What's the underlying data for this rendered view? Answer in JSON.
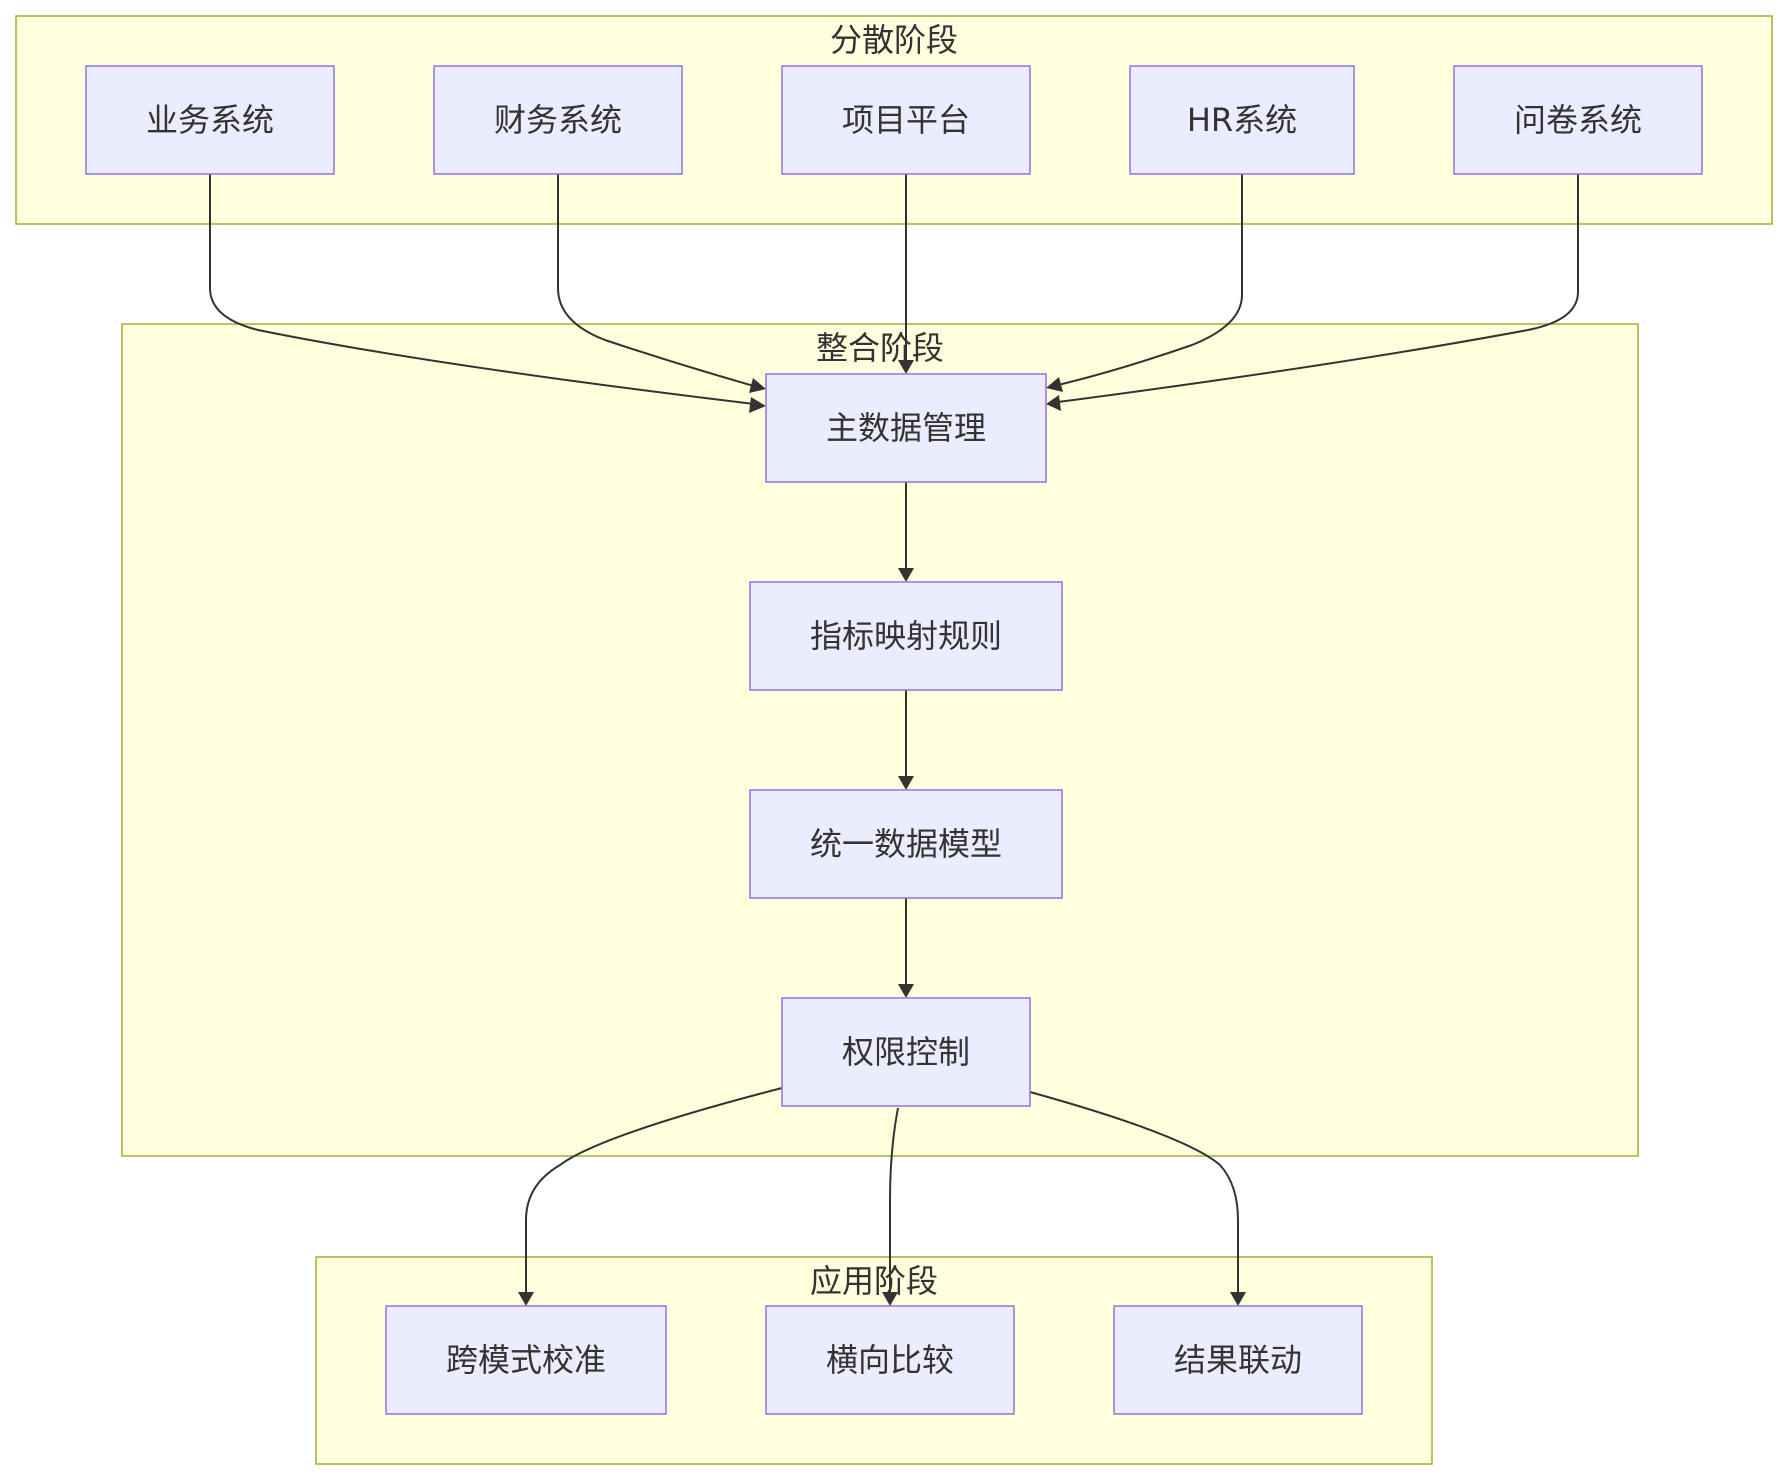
{
  "colors": {
    "cluster_fill": "#ffffde",
    "cluster_stroke": "#aaaa33",
    "node_fill": "#ececff",
    "node_stroke": "#9370db",
    "edge": "#333333",
    "text": "#333333"
  },
  "clusters": {
    "dispersed": {
      "label": "分散阶段"
    },
    "integration": {
      "label": "整合阶段"
    },
    "application": {
      "label": "应用阶段"
    }
  },
  "nodes": {
    "business": {
      "label": "业务系统"
    },
    "finance": {
      "label": "财务系统"
    },
    "project": {
      "label": "项目平台"
    },
    "hr": {
      "label": "HR系统"
    },
    "survey": {
      "label": "问卷系统"
    },
    "mdm": {
      "label": "主数据管理"
    },
    "mapping": {
      "label": "指标映射规则"
    },
    "model": {
      "label": "统一数据模型"
    },
    "permission": {
      "label": "权限控制"
    },
    "calibration": {
      "label": "跨模式校准"
    },
    "comparison": {
      "label": "横向比较"
    },
    "linkage": {
      "label": "结果联动"
    }
  },
  "edges": [
    {
      "from": "business",
      "to": "mdm"
    },
    {
      "from": "finance",
      "to": "mdm"
    },
    {
      "from": "project",
      "to": "mdm"
    },
    {
      "from": "hr",
      "to": "mdm"
    },
    {
      "from": "survey",
      "to": "mdm"
    },
    {
      "from": "mdm",
      "to": "mapping"
    },
    {
      "from": "mapping",
      "to": "model"
    },
    {
      "from": "model",
      "to": "permission"
    },
    {
      "from": "permission",
      "to": "calibration"
    },
    {
      "from": "permission",
      "to": "comparison"
    },
    {
      "from": "permission",
      "to": "linkage"
    }
  ]
}
